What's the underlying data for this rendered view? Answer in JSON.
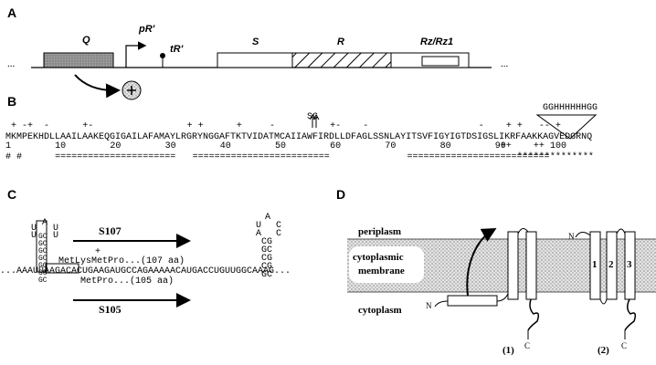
{
  "panels": {
    "a": "A",
    "b": "B",
    "c": "C",
    "d": "D"
  },
  "panel_a": {
    "genes": {
      "q": "Q",
      "s": "S",
      "r": "R",
      "rz": "Rz/Rz1"
    },
    "promoter": "pR'",
    "terminator": "tR'",
    "dots_left": "...",
    "dots_right": "..."
  },
  "panel_b": {
    "sequence": "MKMPEKHDLLAAILAAKEQGIGAILAFAMAYLRGRYNGGAFTKTVIDATMCAIIAWFIRDLLDFAGLSSNLAYITSVFIGYIGTDSIGSLIKRFAAKKAGVEDGRNQ",
    "charges": [
      {
        "text": "+ -+  -",
        "col": 1
      },
      {
        "text": "+-",
        "col": 14
      },
      {
        "text": "+ +",
        "col": 33
      },
      {
        "text": "+",
        "col": 42
      },
      {
        "text": "-",
        "col": 48
      },
      {
        "text": "+-",
        "col": 59
      },
      {
        "text": "-",
        "col": 65
      },
      {
        "text": "-",
        "col": 86
      },
      {
        "text": "+ +   -- +",
        "col": 91
      }
    ],
    "charges_lower": [
      {
        "text": "++",
        "col": 90
      },
      {
        "text": "++",
        "col": 96
      }
    ],
    "mutation": "SG",
    "insertion": "GGHHHHHHGG",
    "numbers": [
      {
        "label": "1",
        "col": 0
      },
      {
        "label": "10",
        "col": 9
      },
      {
        "label": "20",
        "col": 19
      },
      {
        "label": "30",
        "col": 29
      },
      {
        "label": "40",
        "col": 39
      },
      {
        "label": "50",
        "col": 49
      },
      {
        "label": "60",
        "col": 59
      },
      {
        "label": "70",
        "col": 69
      },
      {
        "label": "80",
        "col": 79
      },
      {
        "label": "90",
        "col": 89
      },
      {
        "label": "100",
        "col": 99
      }
    ],
    "hashes": "# #",
    "tmd_bars": [
      {
        "text": "======================",
        "col": 9
      },
      {
        "text": "=========================",
        "col": 34
      },
      {
        "text": "==========================",
        "col": 73
      }
    ],
    "stars": "**************"
  },
  "panel_c": {
    "s107": "S107",
    "s105": "S105",
    "plus": "+",
    "upper_line": "MetLysMetPro...(107 aa)",
    "mrna": "...AAAUUAAGACACUGAAGAUGCCAGAAAAACAUGACCUGUUGGCAAAG...",
    "lower_line": "MetPro...(105 aa)",
    "hairpin1": {
      "loop": "A",
      "left": [
        "U",
        "U"
      ],
      "right": [
        "U",
        "U"
      ],
      "stem": [
        "GC",
        "GC",
        "GC",
        "GC",
        "GC",
        "GC",
        "GC"
      ]
    },
    "hairpin2": {
      "loop_top": "A",
      "loop_left": [
        "U",
        "A"
      ],
      "loop_right": [
        "C",
        "C"
      ],
      "stem": [
        "CG",
        "GC",
        "CG",
        "CG",
        "GC"
      ]
    }
  },
  "panel_d": {
    "periplasm": "periplasm",
    "membrane_line1": "cytoplasmic",
    "membrane_line2": "membrane",
    "cytoplasm": "cytoplasm",
    "n_left": "N",
    "c_left": "C",
    "n_right": "N",
    "c_right": "C",
    "tmd_labels": [
      "1",
      "2",
      "3"
    ],
    "topology_1": "(1)",
    "topology_2": "(2)"
  }
}
